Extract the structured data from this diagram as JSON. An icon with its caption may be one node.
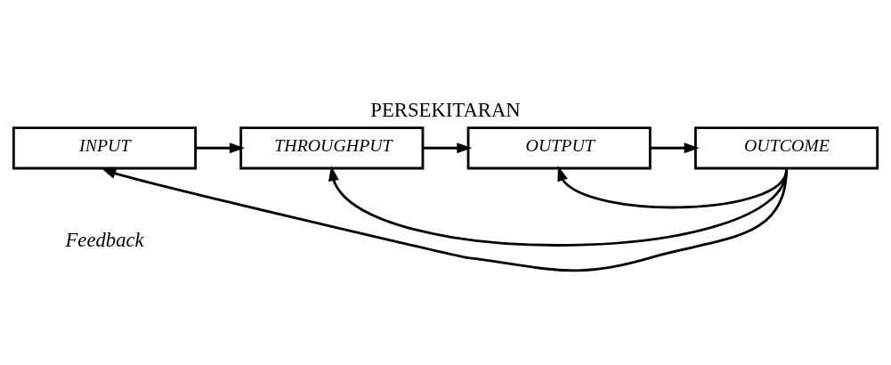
{
  "diagram": {
    "title": "PERSEKITARAN",
    "nodes": [
      {
        "text": [
          "INPUT"
        ]
      },
      {
        "text": [
          "THROUGHPUT"
        ]
      },
      {
        "text": [
          "OUTPUT"
        ]
      },
      {
        "text": [
          "OUTCOME"
        ]
      }
    ],
    "edges": [
      {
        "from": 0,
        "to": 1,
        "arrow": "to"
      },
      {
        "from": 1,
        "to": 2,
        "arrow": "to"
      },
      {
        "from": 2,
        "to": 3,
        "arrow": "to"
      },
      {
        "from": 3,
        "to": 0,
        "arrow": "to"
      },
      {
        "from": 3,
        "to": 1,
        "arrow": "to"
      },
      {
        "from": 3,
        "to": 2,
        "arrow": "to"
      }
    ],
    "labels": [
      "Feedback"
    ]
  }
}
